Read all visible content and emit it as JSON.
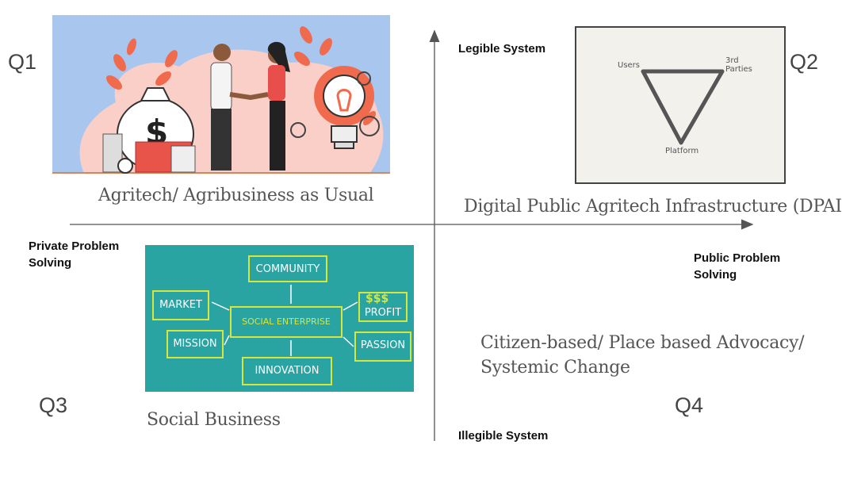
{
  "quadrants": {
    "q1": "Q1",
    "q2": "Q2",
    "q3": "Q3",
    "q4": "Q4"
  },
  "axes": {
    "top": "Legible System",
    "bottom": "Illegible System",
    "left_line1": "Private Problem",
    "left_line2": "Solving",
    "right_line1": "Public Problem",
    "right_line2": "Solving"
  },
  "captions": {
    "q1": "Agritech/ Agribusiness as Usual",
    "q2": "Digital Public Agritech Infrastructure (DPAI)",
    "q3": "Social Business",
    "q4_line1": "Citizen-based/ Place based Advocacy/",
    "q4_line2": "Systemic Change"
  },
  "sketch": {
    "users": "Users",
    "third_parties_line1": "3rd",
    "third_parties_line2": "Parties",
    "platform": "Platform"
  },
  "social_enterprise": {
    "center": "SOCIAL ENTERPRISE",
    "community": "COMMUNITY",
    "market": "MARKET",
    "mission": "MISSION",
    "innovation": "INNOVATION",
    "passion": "PASSION",
    "profit": "PROFIT",
    "dollars": "$$$"
  },
  "colors": {
    "teal": "#2aa3a3",
    "lime": "#d7e63a",
    "coral": "#f06a4e",
    "pink": "#f9cfc7",
    "sky": "#a8c6ee",
    "axis": "#555555"
  }
}
